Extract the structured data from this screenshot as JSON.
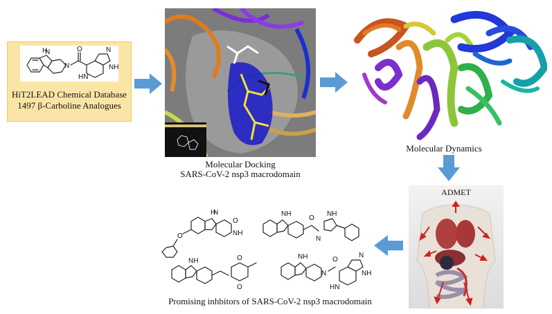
{
  "workflow": {
    "database_box": {
      "line1": "HiT2LEAD Chemical Database",
      "line2": "1497 β-Carboline Analogues"
    },
    "docking": {
      "line1": "Molecular Docking",
      "line2": "SARS-CoV-2 nsp3 macrodomain"
    },
    "dynamics": {
      "label": "Molecular Dynamics"
    },
    "admet": {
      "label": "ADMET"
    },
    "inhibitors": {
      "label": "Promising inhbitors of SARS-CoV-2 nsp3 macrodomain"
    }
  },
  "atom_labels": {
    "NH": "NH",
    "H": "H",
    "N": "N",
    "O": "O",
    "HN": "HN",
    "NH_ring": "NH"
  },
  "colors": {
    "arrow": "#5b9bd5",
    "db_box_fill": "#fbe5a6",
    "db_box_border": "#e8c96a"
  }
}
